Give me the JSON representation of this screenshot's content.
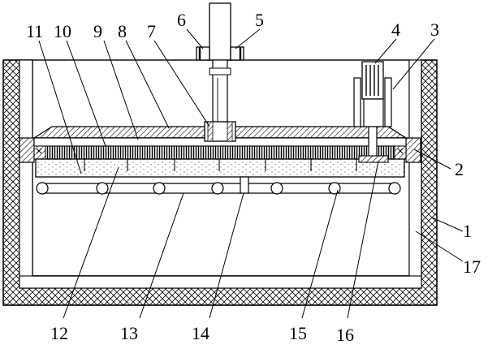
{
  "figure": {
    "callouts": [
      {
        "id": "c1",
        "text": "1"
      },
      {
        "id": "c2",
        "text": "2"
      },
      {
        "id": "c3",
        "text": "3"
      },
      {
        "id": "c4",
        "text": "4"
      },
      {
        "id": "c5",
        "text": "5"
      },
      {
        "id": "c6",
        "text": "6"
      },
      {
        "id": "c7",
        "text": "7"
      },
      {
        "id": "c8",
        "text": "8"
      },
      {
        "id": "c9",
        "text": "9"
      },
      {
        "id": "c10",
        "text": "10"
      },
      {
        "id": "c11",
        "text": "11"
      },
      {
        "id": "c12",
        "text": "12"
      },
      {
        "id": "c13",
        "text": "13"
      },
      {
        "id": "c14",
        "text": "14"
      },
      {
        "id": "c15",
        "text": "15"
      },
      {
        "id": "c16",
        "text": "16"
      },
      {
        "id": "c17",
        "text": "17"
      }
    ]
  }
}
